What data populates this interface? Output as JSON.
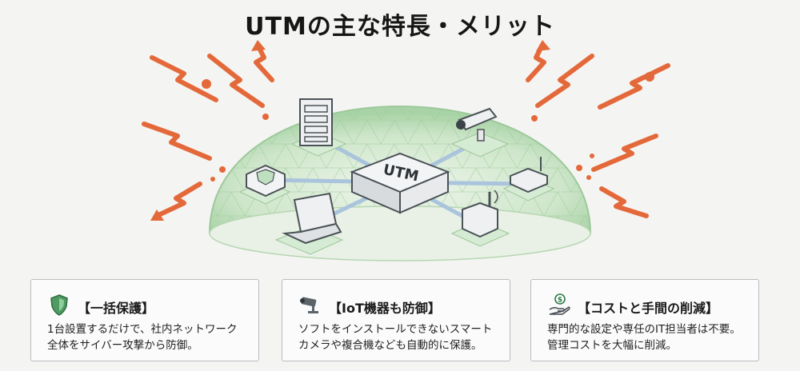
{
  "title": "UTMの主な特長・メリット",
  "hub_label": "UTM",
  "cards": [
    {
      "heading": "【一括保護】",
      "lines": [
        "1台設置するだけで、社内ネットワーク",
        "全体をサイバー攻撃から防御。"
      ],
      "icon": "shield-icon"
    },
    {
      "heading": "【IoT機器も防御】",
      "lines": [
        "ソフトをインストールできないスマート",
        "カメラや複合機なども自動的に保護。"
      ],
      "icon": "camera-icon"
    },
    {
      "heading": "【コストと手間の削減】",
      "lines": [
        "専門的な設定や専任のIT担当者は不要。",
        "管理コストを大幅に削減。"
      ],
      "icon": "money-hand-icon"
    }
  ],
  "colors": {
    "dome": "#bfe0bf",
    "attack": "#e4693a",
    "link": "#a9c4dc"
  }
}
